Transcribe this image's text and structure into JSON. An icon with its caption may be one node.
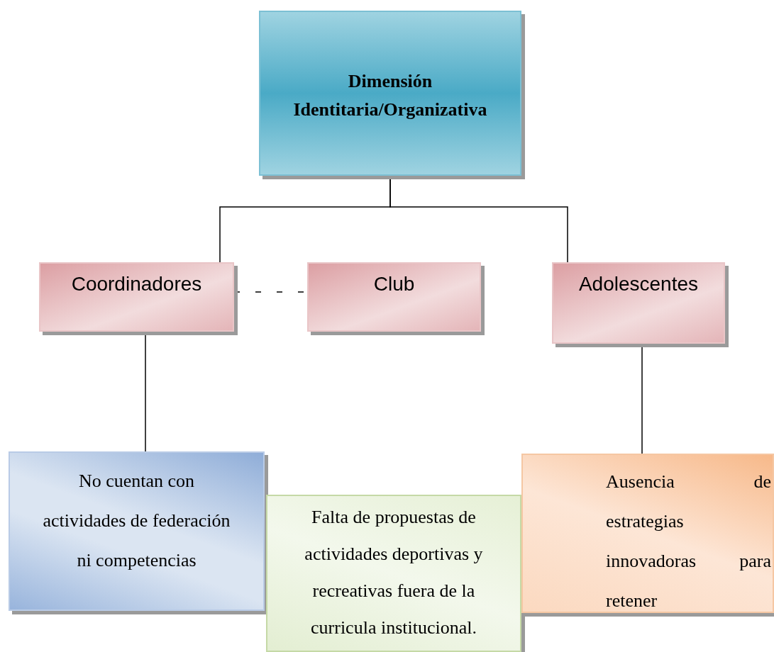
{
  "diagram": {
    "nodes": [
      {
        "text": [
          "Dimensión Identitaria/Organizativa"
        ]
      },
      {
        "text": [
          "Coordinadores"
        ]
      },
      {
        "text": [
          "Club"
        ]
      },
      {
        "text": [
          "Adolescentes"
        ]
      },
      {
        "text": [
          "No cuentan con actividades de federación ni competencias"
        ]
      },
      {
        "text": [
          "Falta de propuestas de actividades deportivas y recreativas fuera de la curricula institucional."
        ]
      },
      {
        "text": [
          "Ausencia de estrategias innovadoras para retener"
        ]
      }
    ],
    "edges": [
      {
        "from": 0,
        "to": 1,
        "arrow": "none"
      },
      {
        "from": 0,
        "to": 3,
        "arrow": "none"
      },
      {
        "from": 1,
        "to": 2,
        "arrow": "none",
        "style": "dashed"
      },
      {
        "from": 1,
        "to": 4,
        "arrow": "none"
      },
      {
        "from": 3,
        "to": 6,
        "arrow": "none"
      }
    ]
  }
}
